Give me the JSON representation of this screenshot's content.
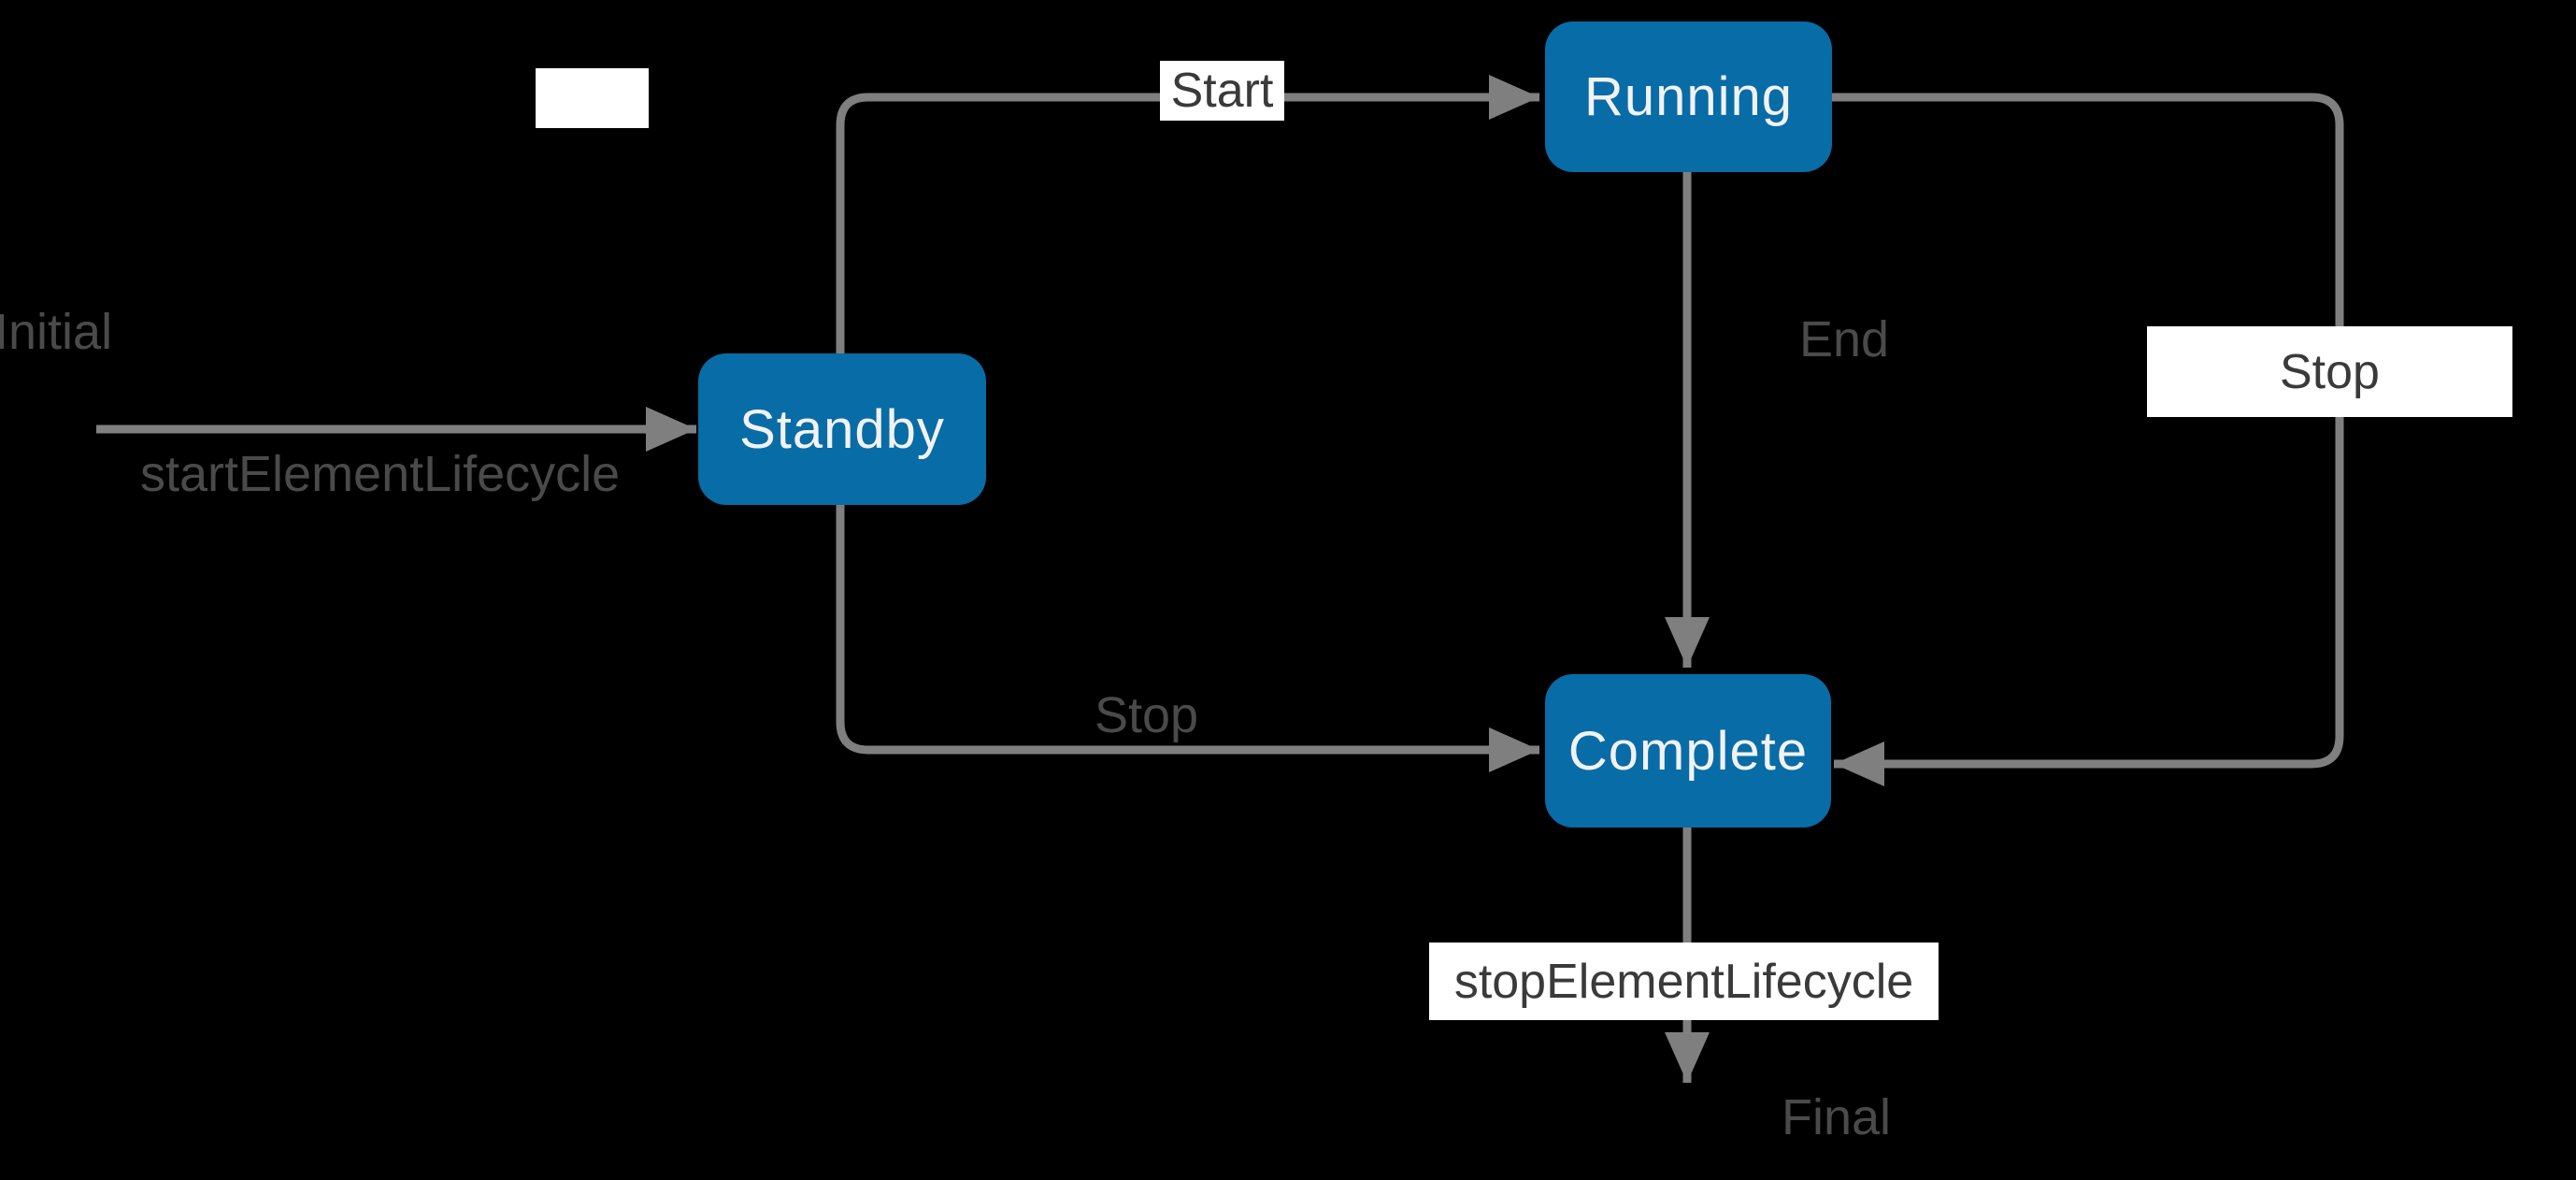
{
  "colors": {
    "background": "#000000",
    "node_fill": "#086ca6",
    "node_text": "#f2f2f2",
    "edge": "#7f7f7f",
    "free_label_text": "#4a4a4a",
    "boxed_label_bg": "#ffffff",
    "boxed_label_text": "#3a3a3a"
  },
  "nodes": {
    "standby": {
      "label": "Standby"
    },
    "running": {
      "label": "Running"
    },
    "complete": {
      "label": "Complete"
    }
  },
  "endpoints": {
    "initial": "Initial",
    "final": "Final"
  },
  "edges": {
    "initial_to_standby": {
      "label": "startElementLifecycle"
    },
    "standby_to_running": {
      "label": "Start"
    },
    "running_to_complete_end": {
      "label": "End"
    },
    "standby_to_complete_stop": {
      "label": "Stop"
    },
    "running_to_complete_stop": {
      "label": "Stop"
    },
    "complete_to_final": {
      "label": "stopElementLifecycle"
    }
  }
}
